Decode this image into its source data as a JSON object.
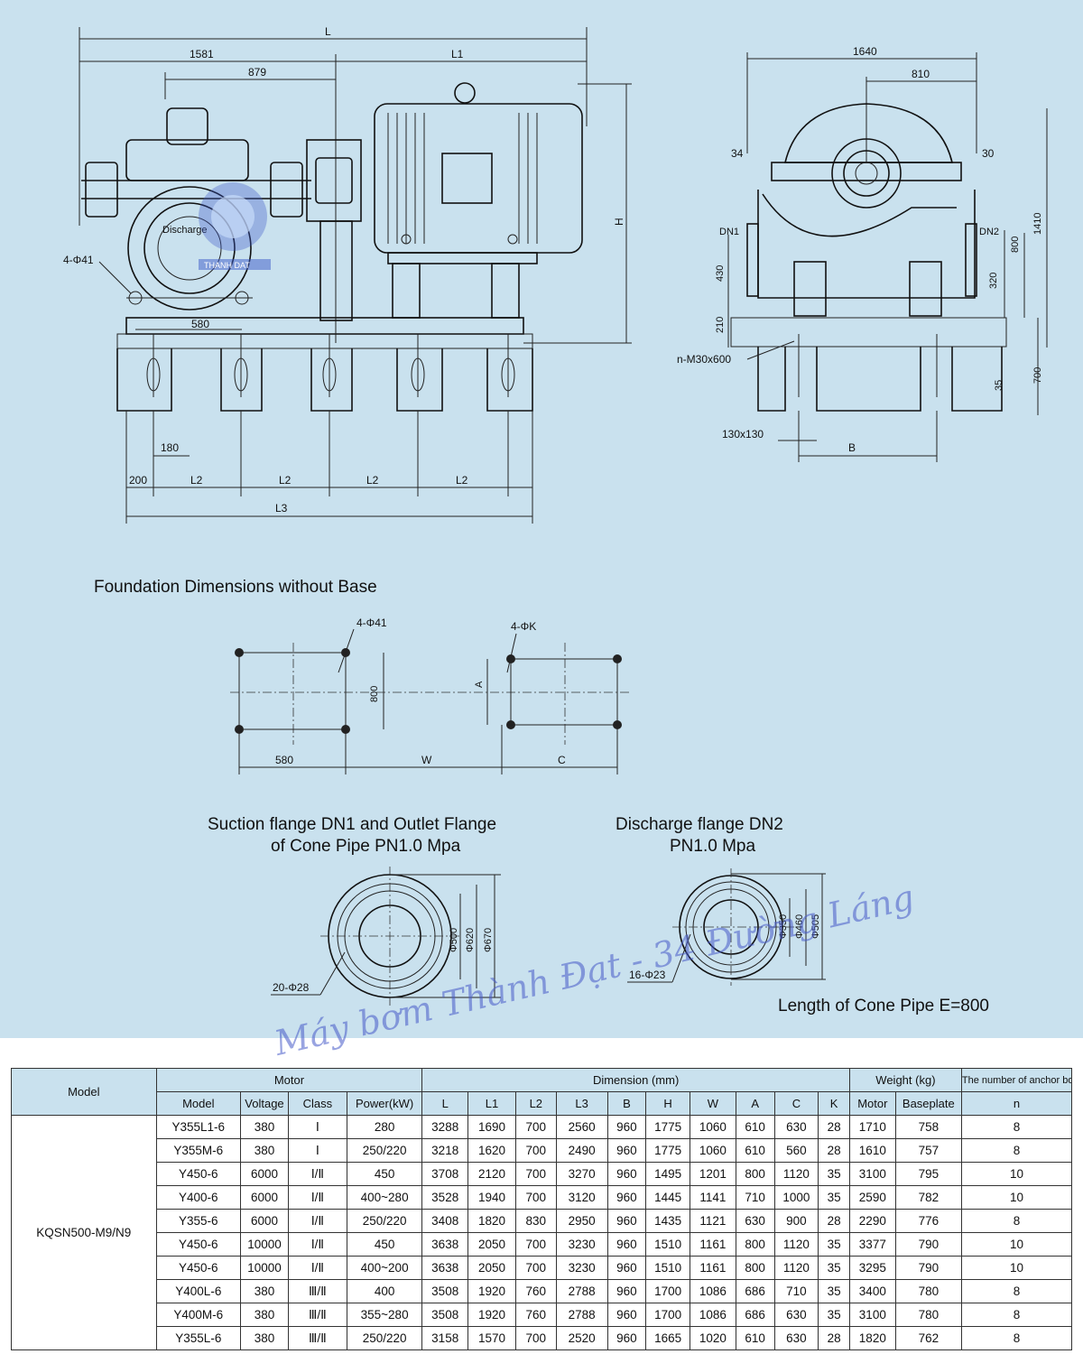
{
  "drawing": {
    "dims": {
      "L": "L",
      "L1": "L1",
      "d1581": "1581",
      "d879": "879",
      "H": "H",
      "d1640": "1640",
      "d810": "810",
      "d34": "34",
      "d30": "30",
      "DN1": "DN1",
      "DN2": "DN2",
      "d430": "430",
      "d800v": "800",
      "d1410": "1410",
      "d320": "320",
      "d210": "210",
      "d35": "35",
      "d700": "700",
      "bolt": "n-M30x600",
      "sq": "130x130",
      "B": "B",
      "hole41": "4-Φ41",
      "d580": "580",
      "d180": "180",
      "d200": "200",
      "L2": "L2",
      "L3": "L3",
      "discharge": "Discharge"
    },
    "foundation": {
      "title": "Foundation Dimensions without Base",
      "hole41": "4-Φ41",
      "holeK": "4-ΦK",
      "d800": "800",
      "A": "A",
      "d580": "580",
      "W": "W",
      "C": "C"
    },
    "suction": {
      "title1": "Suction flange DN1 and Outlet Flange",
      "title2": "of Cone Pipe PN1.0 Mpa",
      "holes": "20-Φ28",
      "d1": "Φ500",
      "d2": "Φ620",
      "d3": "Φ670"
    },
    "discharge_flange": {
      "title1": "Discharge flange DN2",
      "title2": "PN1.0 Mpa",
      "holes": "16-Φ23",
      "d1": "Φ350",
      "d2": "Φ460",
      "d3": "Φ505"
    },
    "cone_note": "Length of Cone Pipe E=800",
    "logo_text": "THANH DAT",
    "watermark": "Máy bơm Thành Đạt - 34 Đường Láng"
  },
  "table": {
    "header": {
      "model": "Model",
      "motor": "Motor",
      "dimension": "Dimension (mm)",
      "weight": "Weight (kg)",
      "anchor": "The number of anchor bolts"
    },
    "subheader": [
      "Model",
      "Voltage",
      "Class",
      "Power(kW)",
      "L",
      "L1",
      "L2",
      "L3",
      "B",
      "H",
      "W",
      "A",
      "C",
      "K",
      "Motor",
      "Baseplate",
      "n"
    ],
    "pump_model": "KQSN500-M9/N9",
    "rows": [
      [
        "Y355L1-6",
        "380",
        "Ⅰ",
        "280",
        "3288",
        "1690",
        "700",
        "2560",
        "960",
        "1775",
        "1060",
        "610",
        "630",
        "28",
        "1710",
        "758",
        "8"
      ],
      [
        "Y355M-6",
        "380",
        "Ⅰ",
        "250/220",
        "3218",
        "1620",
        "700",
        "2490",
        "960",
        "1775",
        "1060",
        "610",
        "560",
        "28",
        "1610",
        "757",
        "8"
      ],
      [
        "Y450-6",
        "6000",
        "Ⅰ/Ⅱ",
        "450",
        "3708",
        "2120",
        "700",
        "3270",
        "960",
        "1495",
        "1201",
        "800",
        "1120",
        "35",
        "3100",
        "795",
        "10"
      ],
      [
        "Y400-6",
        "6000",
        "Ⅰ/Ⅱ",
        "400~280",
        "3528",
        "1940",
        "700",
        "3120",
        "960",
        "1445",
        "1141",
        "710",
        "1000",
        "35",
        "2590",
        "782",
        "10"
      ],
      [
        "Y355-6",
        "6000",
        "Ⅰ/Ⅱ",
        "250/220",
        "3408",
        "1820",
        "830",
        "2950",
        "960",
        "1435",
        "1121",
        "630",
        "900",
        "28",
        "2290",
        "776",
        "8"
      ],
      [
        "Y450-6",
        "10000",
        "Ⅰ/Ⅱ",
        "450",
        "3638",
        "2050",
        "700",
        "3230",
        "960",
        "1510",
        "1161",
        "800",
        "1120",
        "35",
        "3377",
        "790",
        "10"
      ],
      [
        "Y450-6",
        "10000",
        "Ⅰ/Ⅱ",
        "400~200",
        "3638",
        "2050",
        "700",
        "3230",
        "960",
        "1510",
        "1161",
        "800",
        "1120",
        "35",
        "3295",
        "790",
        "10"
      ],
      [
        "Y400L-6",
        "380",
        "Ⅲ/Ⅱ",
        "400",
        "3508",
        "1920",
        "760",
        "2788",
        "960",
        "1700",
        "1086",
        "686",
        "710",
        "35",
        "3400",
        "780",
        "8"
      ],
      [
        "Y400M-6",
        "380",
        "Ⅲ/Ⅱ",
        "355~280",
        "3508",
        "1920",
        "760",
        "2788",
        "960",
        "1700",
        "1086",
        "686",
        "630",
        "35",
        "3100",
        "780",
        "8"
      ],
      [
        "Y355L-6",
        "380",
        "Ⅲ/Ⅱ",
        "250/220",
        "3158",
        "1570",
        "700",
        "2520",
        "960",
        "1665",
        "1020",
        "610",
        "630",
        "28",
        "1820",
        "762",
        "8"
      ]
    ]
  }
}
